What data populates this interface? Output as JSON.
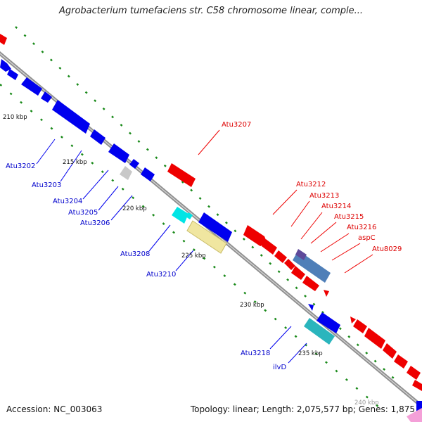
{
  "title": "Agrobacterium tumefaciens str. C58 chromosome linear, comple...",
  "footer": {
    "accession": "Accession: NC_003063",
    "summary": "Topology: linear; Length: 2,075,577 bp; Genes: 1,875"
  },
  "colors": {
    "forward_gene": "#ff0000",
    "reverse_gene": "#0000ff",
    "backbone": "#808080",
    "tick": "#1a8a1a",
    "gray_feature": "#c8c8c8",
    "cyan_feature": "#00e5e5",
    "khaki_feature": "#f0e6a0",
    "steelblue_feature": "#4f7fb8",
    "teal_feature": "#2ab5bd"
  },
  "ticks": [
    {
      "label": "210 kbp",
      "kbp": 210
    },
    {
      "label": "215 kbp",
      "kbp": 215
    },
    {
      "label": "220 kbp",
      "kbp": 220
    },
    {
      "label": "225 kbp",
      "kbp": 225
    },
    {
      "label": "230 kbp",
      "kbp": 230
    },
    {
      "label": "235 kbp",
      "kbp": 235
    },
    {
      "label": "240 kbp",
      "kbp": 240
    }
  ],
  "gene_labels": [
    {
      "label": "Atu3202",
      "strand": "reverse"
    },
    {
      "label": "Atu3203",
      "strand": "reverse"
    },
    {
      "label": "Atu3204",
      "strand": "reverse"
    },
    {
      "label": "Atu3205",
      "strand": "reverse"
    },
    {
      "label": "Atu3206",
      "strand": "reverse"
    },
    {
      "label": "Atu3208",
      "strand": "reverse"
    },
    {
      "label": "Atu3210",
      "strand": "reverse"
    },
    {
      "label": "Atu3218",
      "strand": "reverse"
    },
    {
      "label": "ilvD",
      "strand": "reverse"
    },
    {
      "label": "Atu3207",
      "strand": "forward"
    },
    {
      "label": "Atu3212",
      "strand": "forward"
    },
    {
      "label": "Atu3213",
      "strand": "forward"
    },
    {
      "label": "Atu3214",
      "strand": "forward"
    },
    {
      "label": "Atu3215",
      "strand": "forward"
    },
    {
      "label": "Atu3216",
      "strand": "forward"
    },
    {
      "label": "aspC",
      "strand": "forward"
    },
    {
      "label": "Atu8029",
      "strand": "forward"
    }
  ]
}
